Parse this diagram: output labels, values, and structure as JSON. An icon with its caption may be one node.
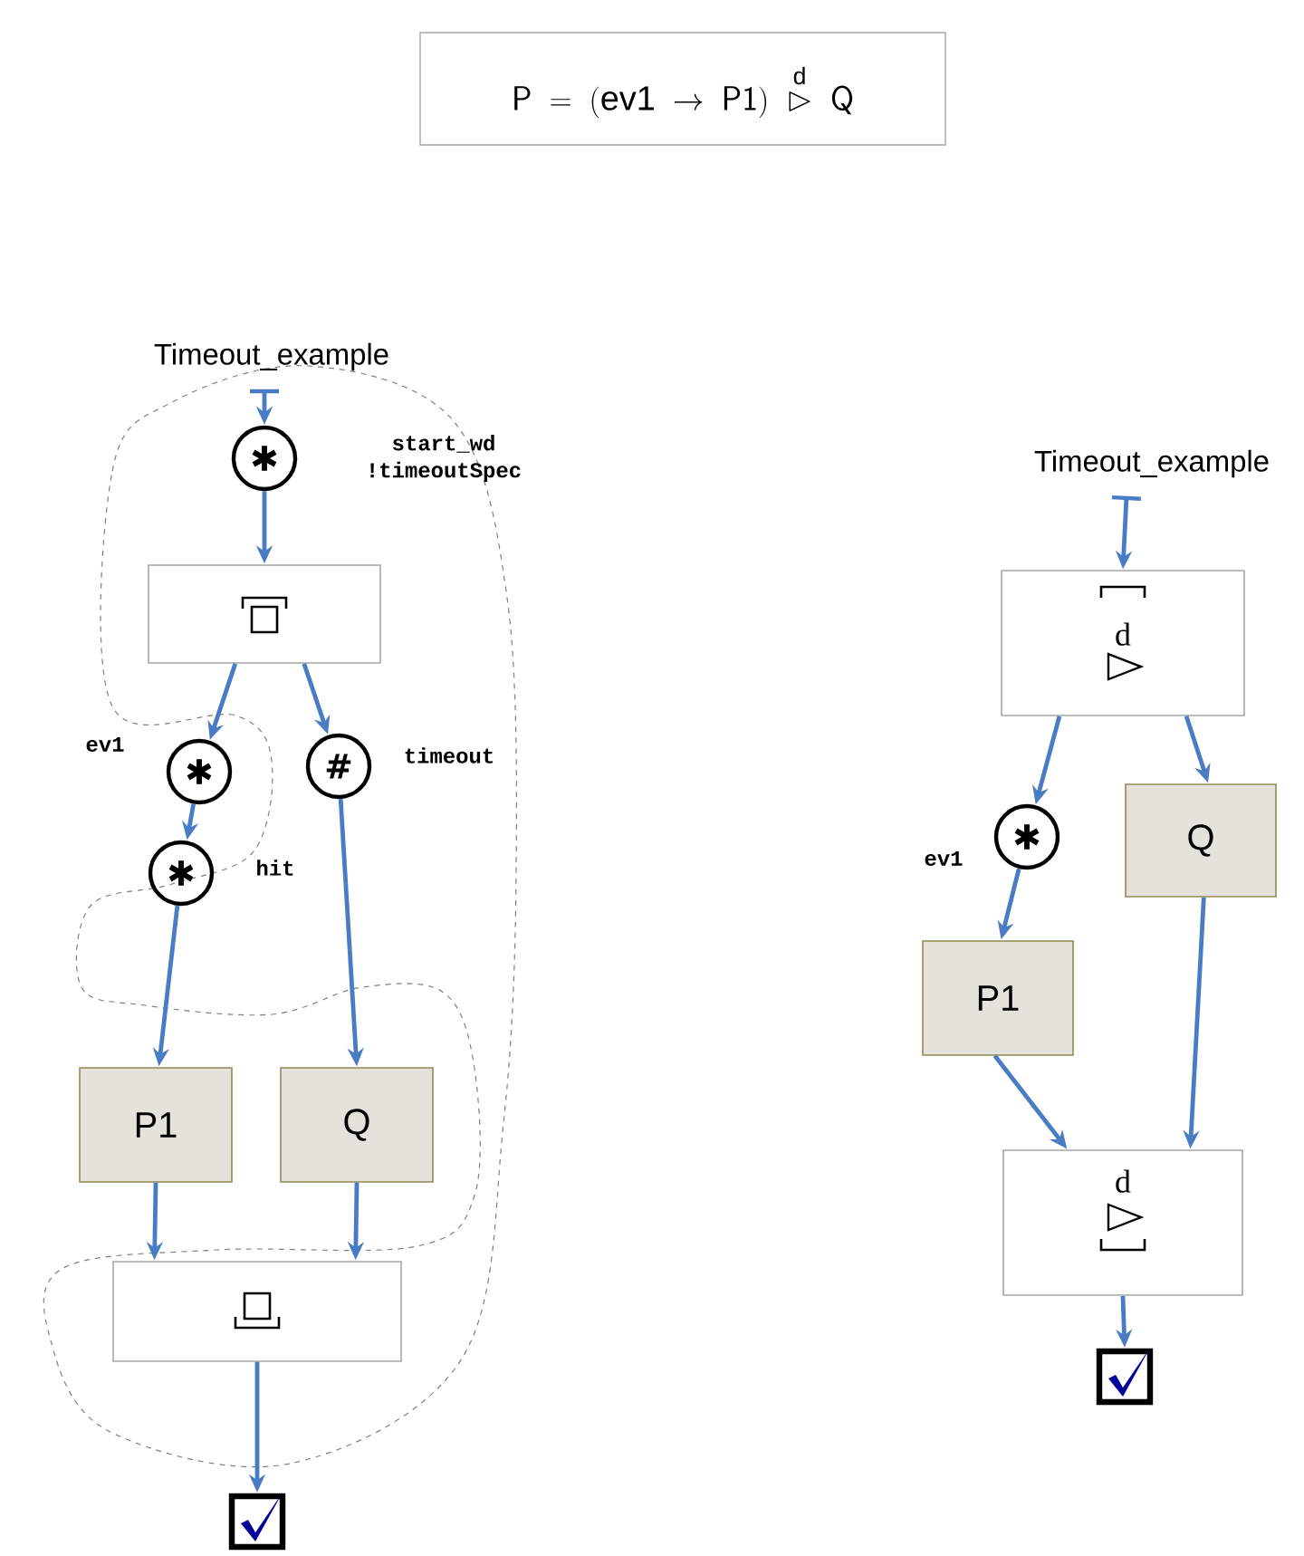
{
  "diagram": {
    "title": "\\mathsf{P} \\;=\\; (\\mathrm{ev1} \\;\\rightarrow\\; \\mathsf{P1})\\; \\overset{\\mathrm{d}}{\\vartriangleright}\\; \\mathsf{Q}",
    "nodes": [
      {
        "text": [
          "Timeout_example"
        ]
      },
      {
        "text": [
          "✱"
        ],
        "beside": [
          "start_wd !timeoutSpec"
        ]
      },
      {
        "text": [],
        "shape": "box"
      },
      {
        "text": [
          "✱"
        ],
        "beside": [
          "ev1"
        ]
      },
      {
        "text": [
          "#"
        ],
        "beside": [
          "timeout"
        ]
      },
      {
        "text": [
          "✱"
        ],
        "beside": [
          "hit"
        ]
      },
      {
        "text": [
          "P1"
        ]
      },
      {
        "text": [
          "Q"
        ]
      },
      {
        "text": [],
        "shape": "box"
      },
      {
        "text": [],
        "shape": "checkbox"
      },
      {
        "text": [
          "Timeout_example"
        ]
      },
      {
        "text": [
          "d"
        ]
      },
      {
        "text": [
          "✱"
        ],
        "beside": [
          "ev1"
        ]
      },
      {
        "text": [
          "Q"
        ]
      },
      {
        "text": [
          "P1"
        ]
      },
      {
        "text": [
          "d"
        ]
      },
      {
        "text": [],
        "shape": "checkbox"
      }
    ],
    "edges": [
      {
        "from": 0,
        "to": 1,
        "arrow": "to"
      },
      {
        "from": 1,
        "to": 2,
        "arrow": "to"
      },
      {
        "from": 2,
        "to": 3,
        "arrow": "to"
      },
      {
        "from": 2,
        "to": 4,
        "arrow": "to"
      },
      {
        "from": 3,
        "to": 5,
        "arrow": "to"
      },
      {
        "from": 5,
        "to": 6,
        "arrow": "to"
      },
      {
        "from": 4,
        "to": 7,
        "arrow": "to"
      },
      {
        "from": 6,
        "to": 8,
        "arrow": "to"
      },
      {
        "from": 7,
        "to": 8,
        "arrow": "to"
      },
      {
        "from": 8,
        "to": 9,
        "arrow": "to"
      },
      {
        "from": 10,
        "to": 11,
        "arrow": "to"
      },
      {
        "from": 11,
        "to": 12,
        "arrow": "to"
      },
      {
        "from": 11,
        "to": 13,
        "arrow": "to"
      },
      {
        "from": 12,
        "to": 14,
        "arrow": "to"
      },
      {
        "from": 14,
        "to": 15,
        "arrow": "to"
      },
      {
        "from": 13,
        "to": 15,
        "arrow": "to"
      },
      {
        "from": 15,
        "to": 16,
        "arrow": "to"
      }
    ]
  }
}
